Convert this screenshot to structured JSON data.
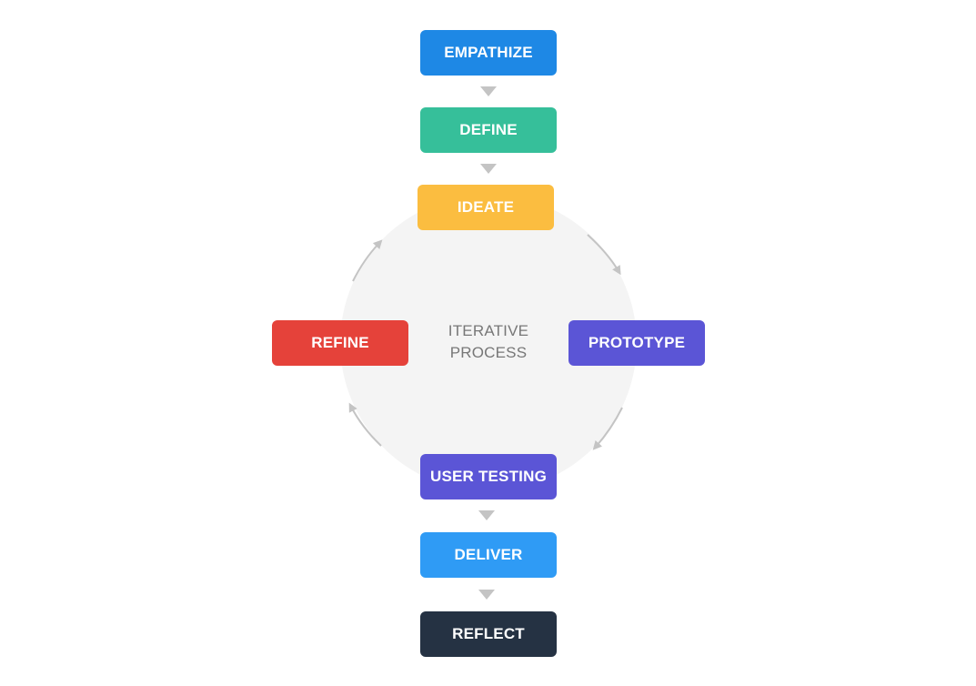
{
  "center": {
    "line1": "ITERATIVE",
    "line2": "PROCESS"
  },
  "steps": {
    "empathize": {
      "label": "EMPATHIZE",
      "color": "#1e88e5"
    },
    "define": {
      "label": "DEFINE",
      "color": "#36bf9a"
    },
    "ideate": {
      "label": "IDEATE",
      "color": "#fbbd40"
    },
    "prototype": {
      "label": "PROTOTYPE",
      "color": "#5b55d6"
    },
    "user_testing": {
      "label": "USER TESTING",
      "color": "#5b55d6"
    },
    "refine": {
      "label": "REFINE",
      "color": "#e5423a"
    },
    "deliver": {
      "label": "DELIVER",
      "color": "#2f9bf5"
    },
    "reflect": {
      "label": "REFLECT",
      "color": "#253243"
    }
  },
  "connector_color": "#c4c4c4"
}
